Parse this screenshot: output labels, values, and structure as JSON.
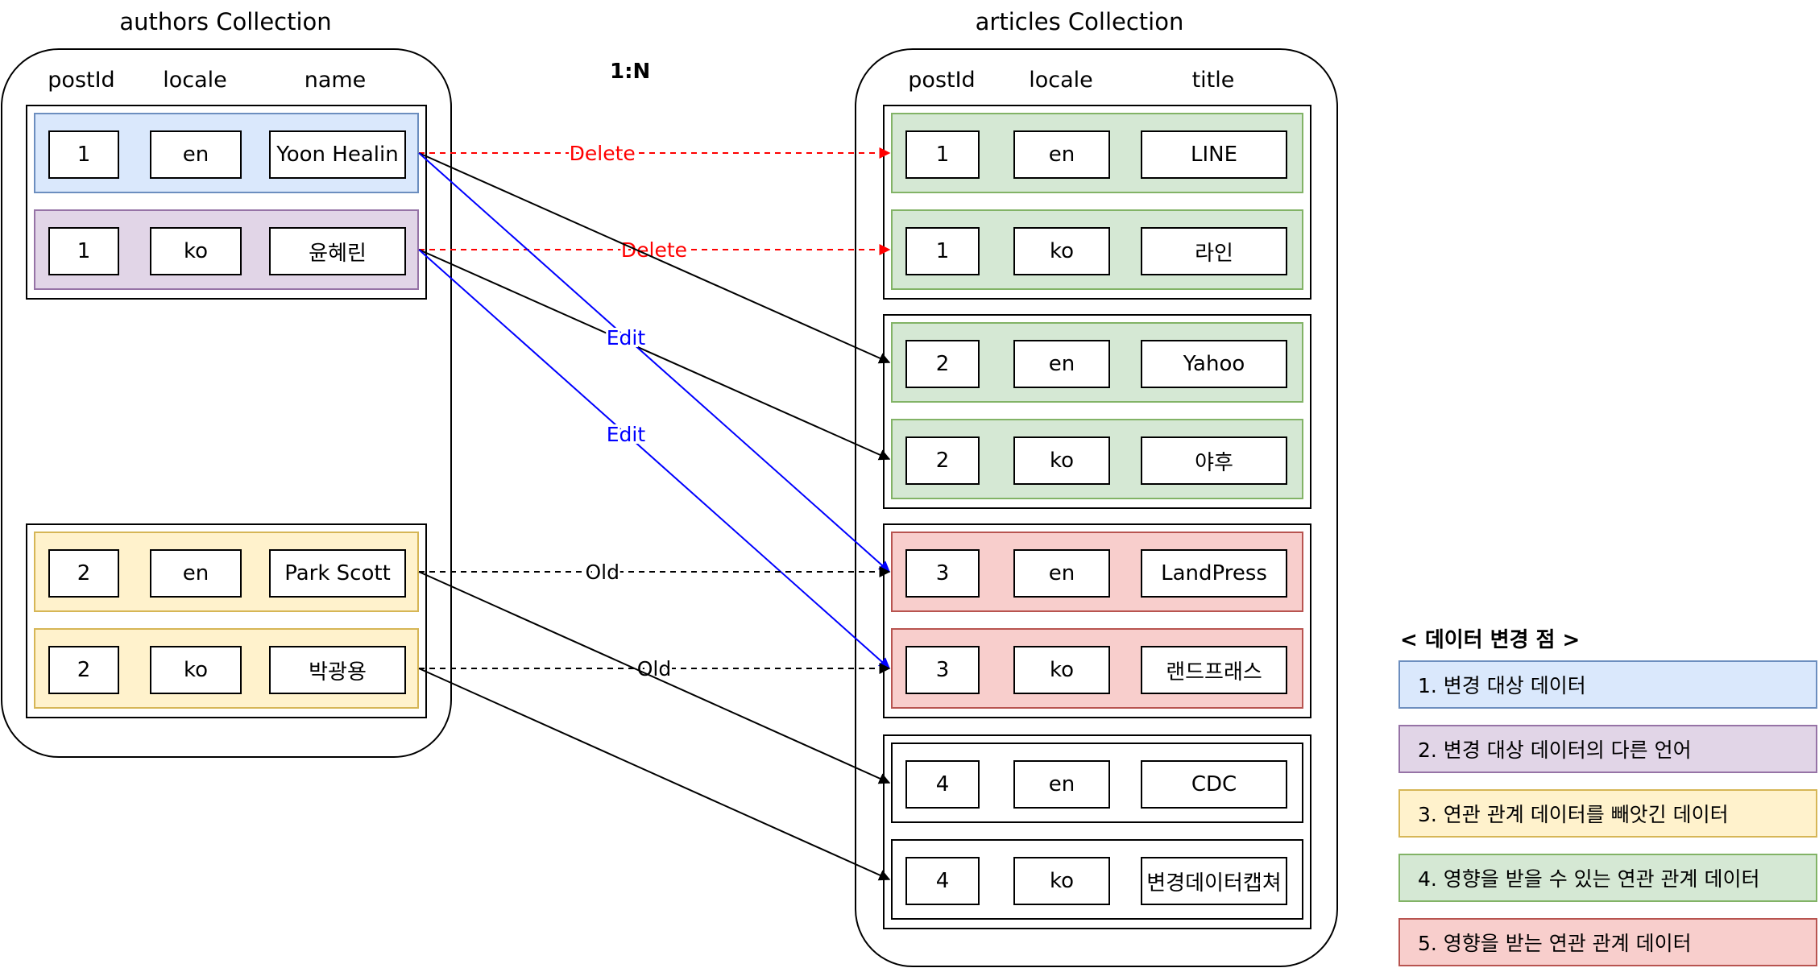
{
  "authors": {
    "title": "authors Collection",
    "columns": [
      "postId",
      "locale",
      "name"
    ],
    "groups": [
      {
        "rows": [
          {
            "kind": "target",
            "postId": "1",
            "locale": "en",
            "name": "Yoon Healin"
          },
          {
            "kind": "other_lang",
            "postId": "1",
            "locale": "ko",
            "name": "윤혜린"
          }
        ]
      },
      {
        "rows": [
          {
            "kind": "stripped",
            "postId": "2",
            "locale": "en",
            "name": "Park Scott"
          },
          {
            "kind": "stripped",
            "postId": "2",
            "locale": "ko",
            "name": "박광용"
          }
        ]
      }
    ]
  },
  "relation_label": "1:N",
  "articles": {
    "title": "articles Collection",
    "columns": [
      "postId",
      "locale",
      "title"
    ],
    "groups": [
      {
        "rows": [
          {
            "kind": "affectable",
            "postId": "1",
            "locale": "en",
            "title": "LINE"
          },
          {
            "kind": "affectable",
            "postId": "1",
            "locale": "ko",
            "title": "라인"
          }
        ]
      },
      {
        "rows": [
          {
            "kind": "affectable",
            "postId": "2",
            "locale": "en",
            "title": "Yahoo"
          },
          {
            "kind": "affectable",
            "postId": "2",
            "locale": "ko",
            "title": "야후"
          }
        ]
      },
      {
        "rows": [
          {
            "kind": "affected",
            "postId": "3",
            "locale": "en",
            "title": "LandPress"
          },
          {
            "kind": "affected",
            "postId": "3",
            "locale": "ko",
            "title": "랜드프래스"
          }
        ]
      },
      {
        "rows": [
          {
            "kind": "plain",
            "postId": "4",
            "locale": "en",
            "title": "CDC"
          },
          {
            "kind": "plain",
            "postId": "4",
            "locale": "ko",
            "title": "변경데이터캡쳐"
          }
        ]
      }
    ]
  },
  "links": [
    {
      "from": [
        0,
        0
      ],
      "to": [
        0,
        0
      ],
      "style": "red-dashed",
      "label": "Delete"
    },
    {
      "from": [
        0,
        1
      ],
      "to": [
        0,
        1
      ],
      "style": "red-dashed",
      "label": "Delete"
    },
    {
      "from": [
        0,
        0
      ],
      "to": [
        1,
        0
      ],
      "style": "black",
      "label": ""
    },
    {
      "from": [
        0,
        1
      ],
      "to": [
        1,
        1
      ],
      "style": "black",
      "label": ""
    },
    {
      "from": [
        0,
        0
      ],
      "to": [
        2,
        0
      ],
      "style": "blue",
      "label": "Edit"
    },
    {
      "from": [
        0,
        1
      ],
      "to": [
        2,
        1
      ],
      "style": "blue",
      "label": "Edit"
    },
    {
      "from": [
        1,
        0
      ],
      "to": [
        2,
        0
      ],
      "style": "black-dashed",
      "label": "Old"
    },
    {
      "from": [
        1,
        1
      ],
      "to": [
        2,
        1
      ],
      "style": "black-dashed",
      "label": "Old"
    },
    {
      "from": [
        1,
        0
      ],
      "to": [
        3,
        0
      ],
      "style": "black",
      "label": ""
    },
    {
      "from": [
        1,
        1
      ],
      "to": [
        3,
        1
      ],
      "style": "black",
      "label": ""
    }
  ],
  "legend": {
    "title": "< 데이터 변경 점 >",
    "items": [
      {
        "kind": "target",
        "label": "1. 변경 대상 데이터"
      },
      {
        "kind": "other_lang",
        "label": "2. 변경 대상 데이터의 다른 언어"
      },
      {
        "kind": "stripped",
        "label": "3. 연관 관계 데이터를 빼앗긴 데이터"
      },
      {
        "kind": "affectable",
        "label": "4. 영향을 받을 수 있는 연관 관계 데이터"
      },
      {
        "kind": "affected",
        "label": "5. 영향을 받는 연관 관계 데이터"
      }
    ]
  },
  "colors": {
    "target": {
      "fill": "#dae8fc",
      "stroke": "#6c8ebf"
    },
    "other_lang": {
      "fill": "#e1d5e7",
      "stroke": "#9673a6"
    },
    "stripped": {
      "fill": "#fff2cc",
      "stroke": "#d6b656"
    },
    "affectable": {
      "fill": "#d5e8d4",
      "stroke": "#82b366"
    },
    "affected": {
      "fill": "#f8cecc",
      "stroke": "#b85450"
    },
    "plain": {
      "fill": "#ffffff",
      "stroke": "#000000"
    },
    "delete_line": "#ff0000",
    "edit_line": "#0000ff",
    "normal_line": "#000000"
  }
}
